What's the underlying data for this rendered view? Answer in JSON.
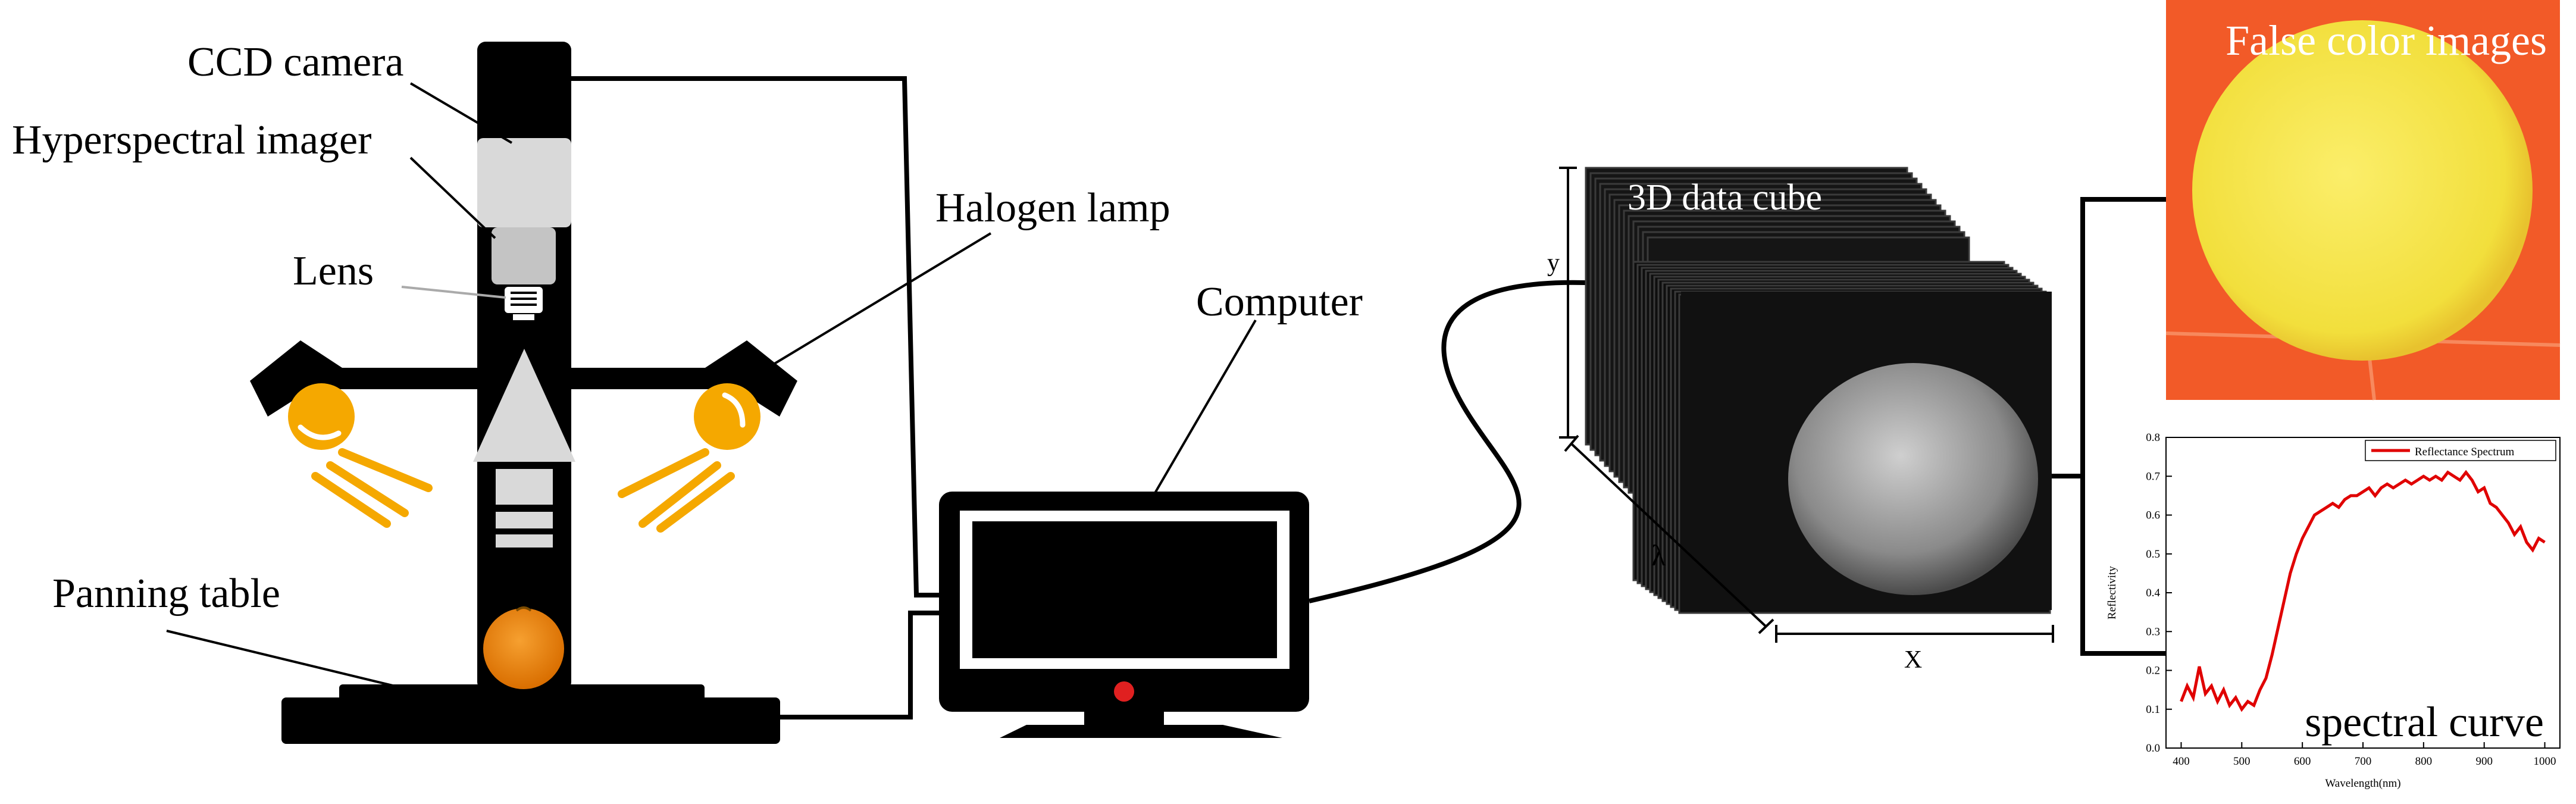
{
  "labels": {
    "ccd_camera": "CCD camera",
    "hyperspectral_imager": "Hyperspectral imager",
    "lens": "Lens",
    "halogen_lamp": "Halogen lamp",
    "panning_table": "Panning table",
    "computer": "Computer",
    "data_cube": "3D data cube",
    "axis_y": "y",
    "axis_lambda": "λ",
    "axis_x": "X",
    "false_color": "False color images",
    "spectral_curve": "spectral curve"
  },
  "colors": {
    "frame": "#000000",
    "lamp": "#f5a800",
    "camera": "#d8d8d8",
    "orange_fruit": "#f08a10",
    "false_color_bg": "#f25a28",
    "false_color_fruit": "#f6e443",
    "monitor_led": "#e02020",
    "spectrum_line": "#e00000"
  },
  "chart_data": {
    "type": "line",
    "title": "",
    "xlabel": "Wavelength(nm)",
    "ylabel": "Reflectivity",
    "xlim": [
      375,
      1025
    ],
    "ylim": [
      0.0,
      0.8
    ],
    "xticks": [
      400,
      500,
      600,
      700,
      800,
      900,
      1000
    ],
    "yticks": [
      0.0,
      0.1,
      0.2,
      0.3,
      0.4,
      0.5,
      0.6,
      0.7,
      0.8
    ],
    "legend": "top-right",
    "series": [
      {
        "name": "Reflectance Spectrum",
        "x": [
          400,
          410,
          420,
          430,
          440,
          450,
          460,
          470,
          480,
          490,
          500,
          510,
          520,
          530,
          540,
          550,
          560,
          570,
          580,
          590,
          600,
          610,
          620,
          630,
          640,
          650,
          660,
          670,
          680,
          690,
          700,
          710,
          720,
          730,
          740,
          750,
          760,
          770,
          780,
          790,
          800,
          810,
          820,
          830,
          840,
          850,
          860,
          870,
          880,
          890,
          900,
          910,
          920,
          930,
          940,
          950,
          960,
          970,
          980,
          990,
          1000
        ],
        "y": [
          0.12,
          0.16,
          0.13,
          0.21,
          0.14,
          0.16,
          0.12,
          0.15,
          0.11,
          0.13,
          0.1,
          0.12,
          0.11,
          0.15,
          0.18,
          0.24,
          0.31,
          0.38,
          0.45,
          0.5,
          0.54,
          0.57,
          0.6,
          0.61,
          0.62,
          0.63,
          0.62,
          0.64,
          0.65,
          0.65,
          0.66,
          0.67,
          0.65,
          0.67,
          0.68,
          0.67,
          0.68,
          0.69,
          0.68,
          0.69,
          0.7,
          0.69,
          0.7,
          0.69,
          0.71,
          0.7,
          0.69,
          0.71,
          0.69,
          0.66,
          0.67,
          0.63,
          0.62,
          0.6,
          0.58,
          0.55,
          0.57,
          0.53,
          0.51,
          0.54,
          0.53
        ]
      }
    ]
  }
}
